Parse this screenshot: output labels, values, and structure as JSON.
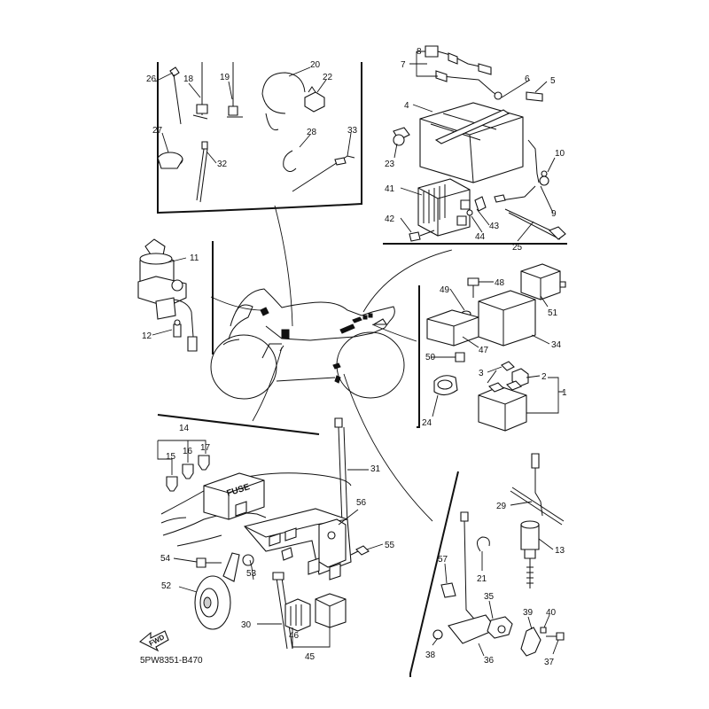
{
  "diagram": {
    "code": "5PW8351-B470",
    "fwd_label": "FWD",
    "fuse_label": "FUSE",
    "callouts": [
      {
        "id": "c1",
        "n": "1"
      },
      {
        "id": "c2",
        "n": "2"
      },
      {
        "id": "c3",
        "n": "3"
      },
      {
        "id": "c4",
        "n": "4"
      },
      {
        "id": "c5",
        "n": "5"
      },
      {
        "id": "c6",
        "n": "6"
      },
      {
        "id": "c7",
        "n": "7"
      },
      {
        "id": "c8",
        "n": "8"
      },
      {
        "id": "c9",
        "n": "9"
      },
      {
        "id": "c10",
        "n": "10"
      },
      {
        "id": "c11",
        "n": "11"
      },
      {
        "id": "c12",
        "n": "12"
      },
      {
        "id": "c13",
        "n": "13"
      },
      {
        "id": "c14",
        "n": "14"
      },
      {
        "id": "c15",
        "n": "15"
      },
      {
        "id": "c16",
        "n": "16"
      },
      {
        "id": "c17",
        "n": "17"
      },
      {
        "id": "c18",
        "n": "18"
      },
      {
        "id": "c19",
        "n": "19"
      },
      {
        "id": "c20",
        "n": "20"
      },
      {
        "id": "c21",
        "n": "21"
      },
      {
        "id": "c22",
        "n": "22"
      },
      {
        "id": "c23",
        "n": "23"
      },
      {
        "id": "c24",
        "n": "24"
      },
      {
        "id": "c25",
        "n": "25"
      },
      {
        "id": "c26",
        "n": "26"
      },
      {
        "id": "c27",
        "n": "27"
      },
      {
        "id": "c28",
        "n": "28"
      },
      {
        "id": "c29",
        "n": "29"
      },
      {
        "id": "c30",
        "n": "30"
      },
      {
        "id": "c31",
        "n": "31"
      },
      {
        "id": "c32",
        "n": "32"
      },
      {
        "id": "c33",
        "n": "33"
      },
      {
        "id": "c34",
        "n": "34"
      },
      {
        "id": "c35",
        "n": "35"
      },
      {
        "id": "c36",
        "n": "36"
      },
      {
        "id": "c37",
        "n": "37"
      },
      {
        "id": "c38",
        "n": "38"
      },
      {
        "id": "c39",
        "n": "39"
      },
      {
        "id": "c40",
        "n": "40"
      },
      {
        "id": "c41",
        "n": "41"
      },
      {
        "id": "c42",
        "n": "42"
      },
      {
        "id": "c43",
        "n": "43"
      },
      {
        "id": "c44",
        "n": "44"
      },
      {
        "id": "c45",
        "n": "45"
      },
      {
        "id": "c46",
        "n": "46"
      },
      {
        "id": "c47",
        "n": "47"
      },
      {
        "id": "c48",
        "n": "48"
      },
      {
        "id": "c49",
        "n": "49"
      },
      {
        "id": "c50",
        "n": "50"
      },
      {
        "id": "c51",
        "n": "51"
      },
      {
        "id": "c52",
        "n": "52"
      },
      {
        "id": "c53",
        "n": "53"
      },
      {
        "id": "c54",
        "n": "54"
      },
      {
        "id": "c55",
        "n": "55"
      },
      {
        "id": "c56",
        "n": "56"
      },
      {
        "id": "c57",
        "n": "57"
      }
    ]
  }
}
